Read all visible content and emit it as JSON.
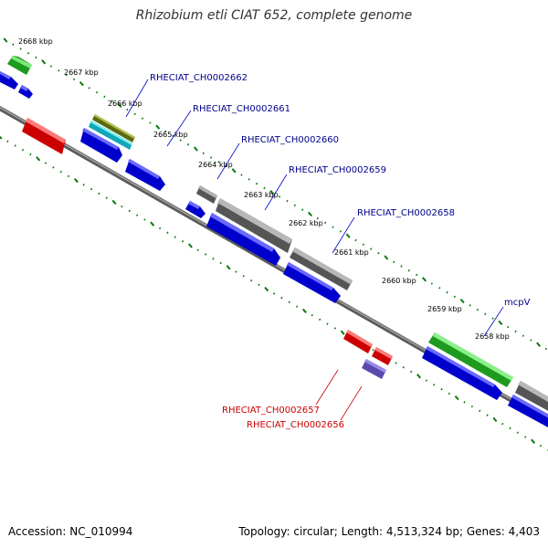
{
  "title": "Rhizobium etli CIAT 652, complete genome",
  "footer": {
    "accession": "Accession: NC_010994",
    "summary": "Topology: circular; Length: 4,513,324 bp; Genes: 4,403"
  },
  "colors": {
    "backbone": "#7a7a7a",
    "tick": "#0a7a0a",
    "forward_label": "#00008b",
    "reverse_label": "#cc0000",
    "blue": "#1a1aff",
    "gray": "#707070",
    "green": "#33cc33",
    "red": "#ff1a1a",
    "olive": "#7a8a1a",
    "cyan": "#22cccc",
    "purple": "#7a6acc"
  },
  "scale_marks": [
    "2668 kbp",
    "2667 kbp",
    "2666 kbp",
    "2665 kbp",
    "2664 kbp",
    "2663 kbp",
    "2662 kbp",
    "2661 kbp",
    "2660 kbp",
    "2659 kbp",
    "2658 kbp"
  ],
  "labels": {
    "forward": [
      "RHECIAT_CH0002662",
      "RHECIAT_CH0002661",
      "RHECIAT_CH0002660",
      "RHECIAT_CH0002659",
      "RHECIAT_CH0002658",
      "mcpV"
    ],
    "reverse": [
      "RHECIAT_CH0002657",
      "RHECIAT_CH0002656"
    ]
  }
}
